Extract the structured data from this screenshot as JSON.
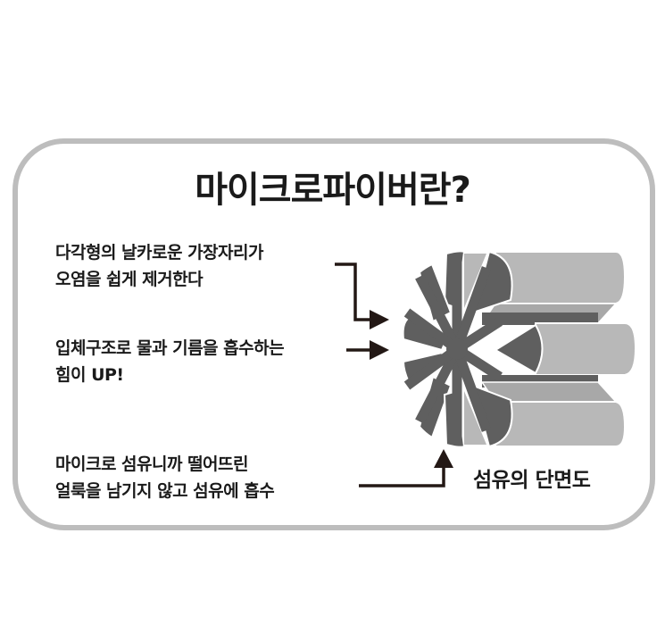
{
  "title": "마이크로파이버란?",
  "descriptions": [
    {
      "line1": "다각형의 날카로운 가장자리가",
      "line2": "오염을 쉽게 제거한다"
    },
    {
      "line1": "입체구조로 물과 기름을 흡수하는",
      "line2": "힘이 UP!"
    },
    {
      "line1": "마이크로 섬유니까 떨어뜨린",
      "line2": "얼룩을 남기지 않고 섬유에 흡수"
    }
  ],
  "diagram_label": "섬유의 단면도",
  "colors": {
    "frame": "#bdbdbd",
    "arrow": "#231815",
    "fiber_dark": "#5f5f5f",
    "fiber_light": "#b8b8b8",
    "text": "#1a1a1a"
  }
}
